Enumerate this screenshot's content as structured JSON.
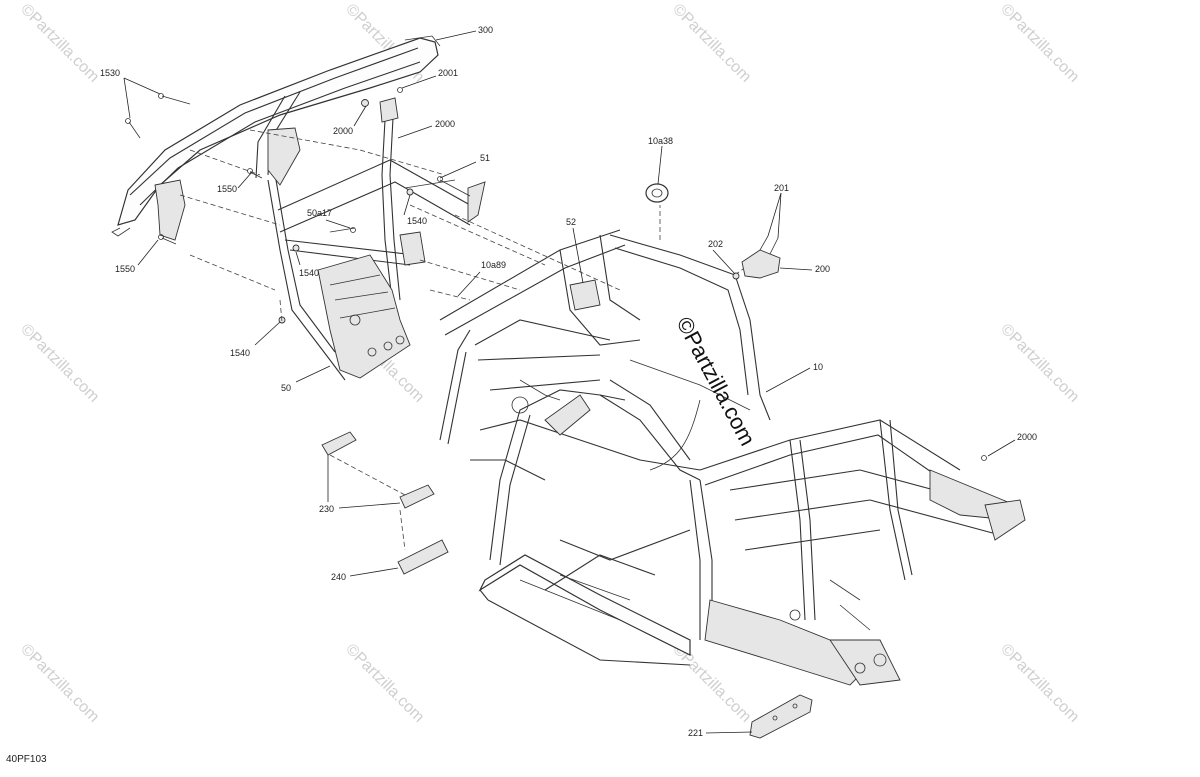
{
  "diagram": {
    "drawing_code": "40PF103",
    "watermark": "©Partzilla.com",
    "callouts": [
      {
        "id": "c300",
        "label": "300"
      },
      {
        "id": "c1530",
        "label": "1530"
      },
      {
        "id": "c2001",
        "label": "2001"
      },
      {
        "id": "c2000a",
        "label": "2000"
      },
      {
        "id": "c2000b",
        "label": "2000"
      },
      {
        "id": "c51",
        "label": "51"
      },
      {
        "id": "c1550a",
        "label": "1550"
      },
      {
        "id": "c1550b",
        "label": "1550"
      },
      {
        "id": "c50a17",
        "label": "50a17"
      },
      {
        "id": "c1540a",
        "label": "1540"
      },
      {
        "id": "c1540b",
        "label": "1540"
      },
      {
        "id": "c1540c",
        "label": "1540"
      },
      {
        "id": "c50",
        "label": "50"
      },
      {
        "id": "c10a38",
        "label": "10a38"
      },
      {
        "id": "c201",
        "label": "201"
      },
      {
        "id": "c202",
        "label": "202"
      },
      {
        "id": "c200",
        "label": "200"
      },
      {
        "id": "c52",
        "label": "52"
      },
      {
        "id": "c10a89",
        "label": "10a89"
      },
      {
        "id": "c10",
        "label": "10"
      },
      {
        "id": "c2000c",
        "label": "2000"
      },
      {
        "id": "c230",
        "label": "230"
      },
      {
        "id": "c240",
        "label": "240"
      },
      {
        "id": "c221",
        "label": "221"
      }
    ]
  }
}
